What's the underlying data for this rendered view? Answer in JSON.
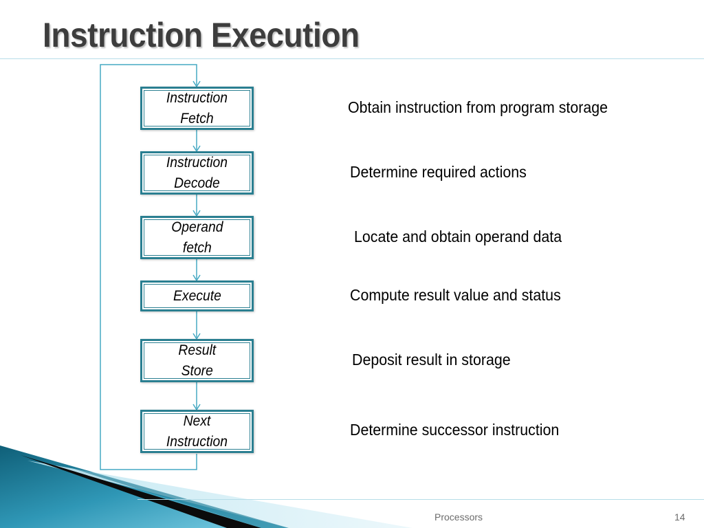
{
  "slide": {
    "title": "Instruction Execution",
    "footer_label": "Processors",
    "page_number": "14"
  },
  "colors": {
    "box_border": "#2a7f91",
    "connector": "#45a9c3",
    "title_text": "#3d3d3d"
  },
  "stages": [
    {
      "label": "Instruction\nFetch",
      "description": "Obtain instruction from program storage"
    },
    {
      "label": "Instruction\nDecode",
      "description": "Determine required actions"
    },
    {
      "label": "Operand\nfetch",
      "description": "Locate and obtain operand data"
    },
    {
      "label": "Execute",
      "description": "Compute result value and status"
    },
    {
      "label": "Result\nStore",
      "description": "Deposit result in storage"
    },
    {
      "label": "Next\nInstruction",
      "description": "Determine successor instruction"
    }
  ]
}
